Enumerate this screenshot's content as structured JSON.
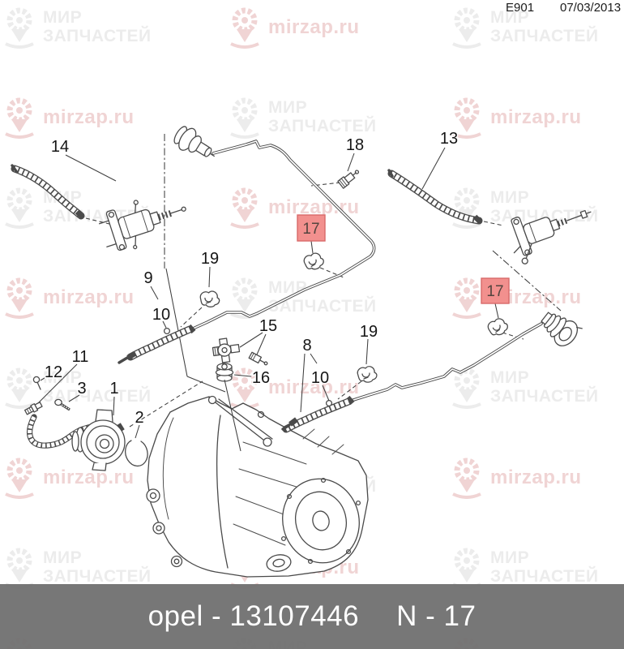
{
  "header": {
    "code": "E901",
    "date": "07/03/2013"
  },
  "footer": {
    "brand_part": "opel - 13107446",
    "sheet": "N - 17"
  },
  "watermark": {
    "brand_line1": "МИР",
    "brand_line2": "ЗАПЧАСТЕЙ",
    "site": "mirzap.ru",
    "brand_color": "#ececec",
    "site_color": "#f0d4d4"
  },
  "diagram": {
    "description": "Opel clutch hydraulic pipes and master/slave cylinder exploded diagram",
    "line_color": "#4a4a4a",
    "highlight_fill": "#f2908e",
    "highlight_border": "#d96a6a",
    "labels": [
      {
        "id": "14",
        "text": "14"
      },
      {
        "id": "18",
        "text": "18"
      },
      {
        "id": "13",
        "text": "13"
      },
      {
        "id": "9",
        "text": "9"
      },
      {
        "id": "10a",
        "text": "10"
      },
      {
        "id": "19a",
        "text": "19"
      },
      {
        "id": "15",
        "text": "15"
      },
      {
        "id": "16",
        "text": "16"
      },
      {
        "id": "11",
        "text": "11"
      },
      {
        "id": "12",
        "text": "12"
      },
      {
        "id": "3",
        "text": "3"
      },
      {
        "id": "1",
        "text": "1"
      },
      {
        "id": "2",
        "text": "2"
      },
      {
        "id": "8",
        "text": "8"
      },
      {
        "id": "10b",
        "text": "10"
      },
      {
        "id": "19b",
        "text": "19"
      }
    ],
    "highlights": [
      {
        "id": "17a",
        "text": "17"
      },
      {
        "id": "17b",
        "text": "17"
      }
    ]
  }
}
